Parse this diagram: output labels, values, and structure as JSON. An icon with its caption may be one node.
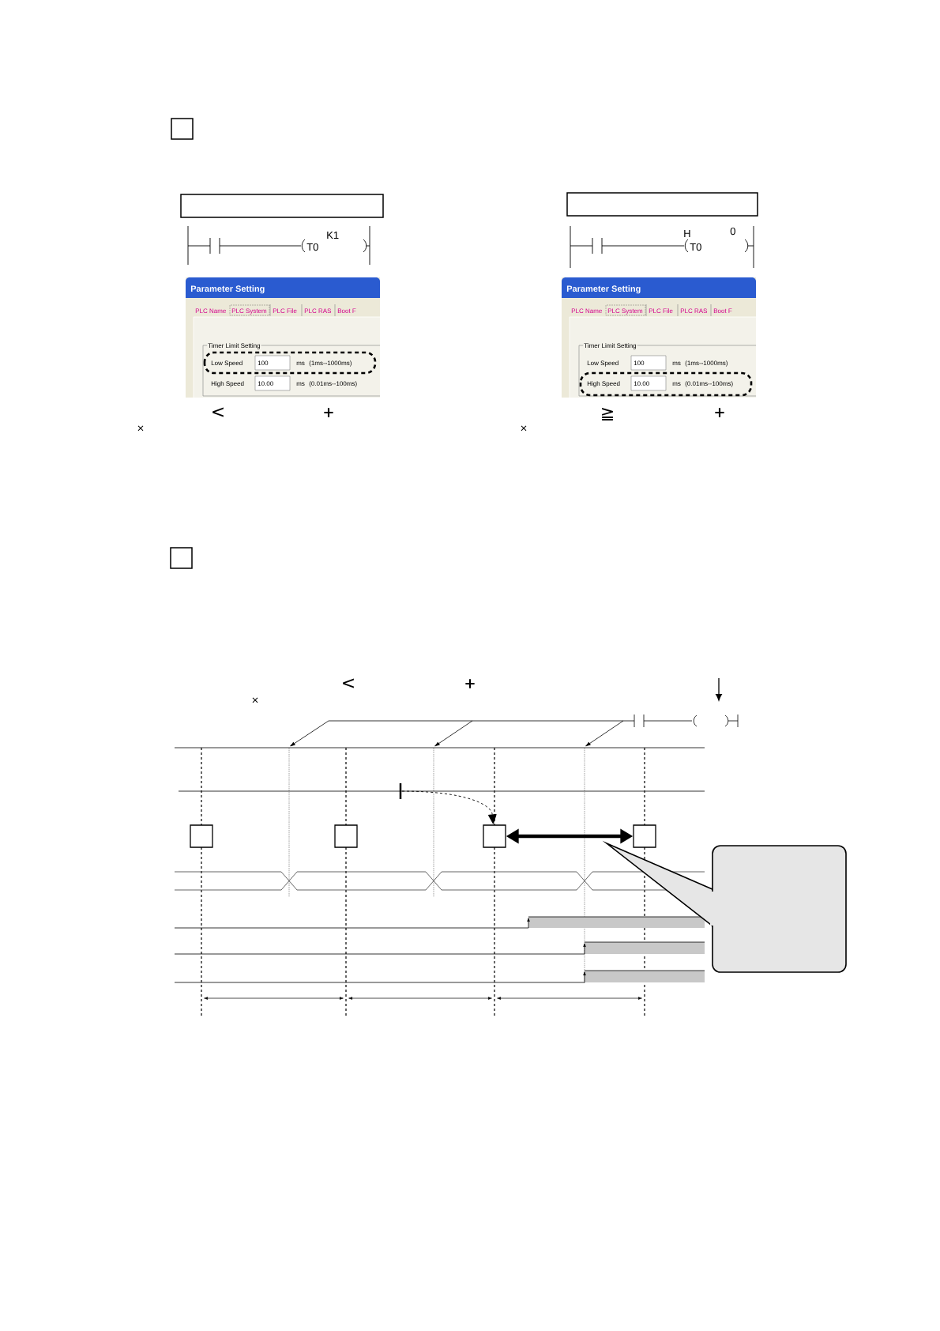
{
  "diagram": {
    "nodes": [
      {
        "text": [],
        "shape": "box"
      },
      {
        "text": [],
        "shape": "box"
      },
      {
        "text": [],
        "shape": "box"
      },
      {
        "text": [],
        "shape": "box"
      },
      {
        "text": [],
        "shape": "box"
      },
      {
        "text": [],
        "shape": "box"
      },
      {
        "text": [],
        "shape": "box"
      },
      {
        "text": [],
        "shape": "box"
      },
      {
        "text": [],
        "shape": "box"
      }
    ],
    "edges": [
      {
        "from": null,
        "to": 6,
        "arrow": "to",
        "style": "dashed"
      },
      {
        "from": 6,
        "to": 7,
        "arrow": "both",
        "style": "thick"
      }
    ],
    "labels": [
      "K1",
      "T0",
      "Parameter Setting",
      "PLC Name",
      "PLC System",
      "PLC File",
      "PLC RAS",
      "Boot F",
      "Timer Limit Setting",
      "Low Speed",
      "100",
      "ms",
      "(1ms--1000ms)",
      "High Speed",
      "10.00",
      "ms",
      "(0.01ms--100ms)",
      "<",
      "+",
      "×",
      "H",
      "T0",
      "0",
      "Parameter Setting",
      "PLC Name",
      "PLC System",
      "PLC File",
      "PLC RAS",
      "Boot F",
      "Timer Limit Setting",
      "Low Speed",
      "100",
      "ms",
      "(1ms--1000ms)",
      "High Speed",
      "10.00",
      "ms",
      "(0.01ms--100ms)",
      "≧",
      "+",
      "×",
      "<",
      "+",
      "×"
    ]
  }
}
